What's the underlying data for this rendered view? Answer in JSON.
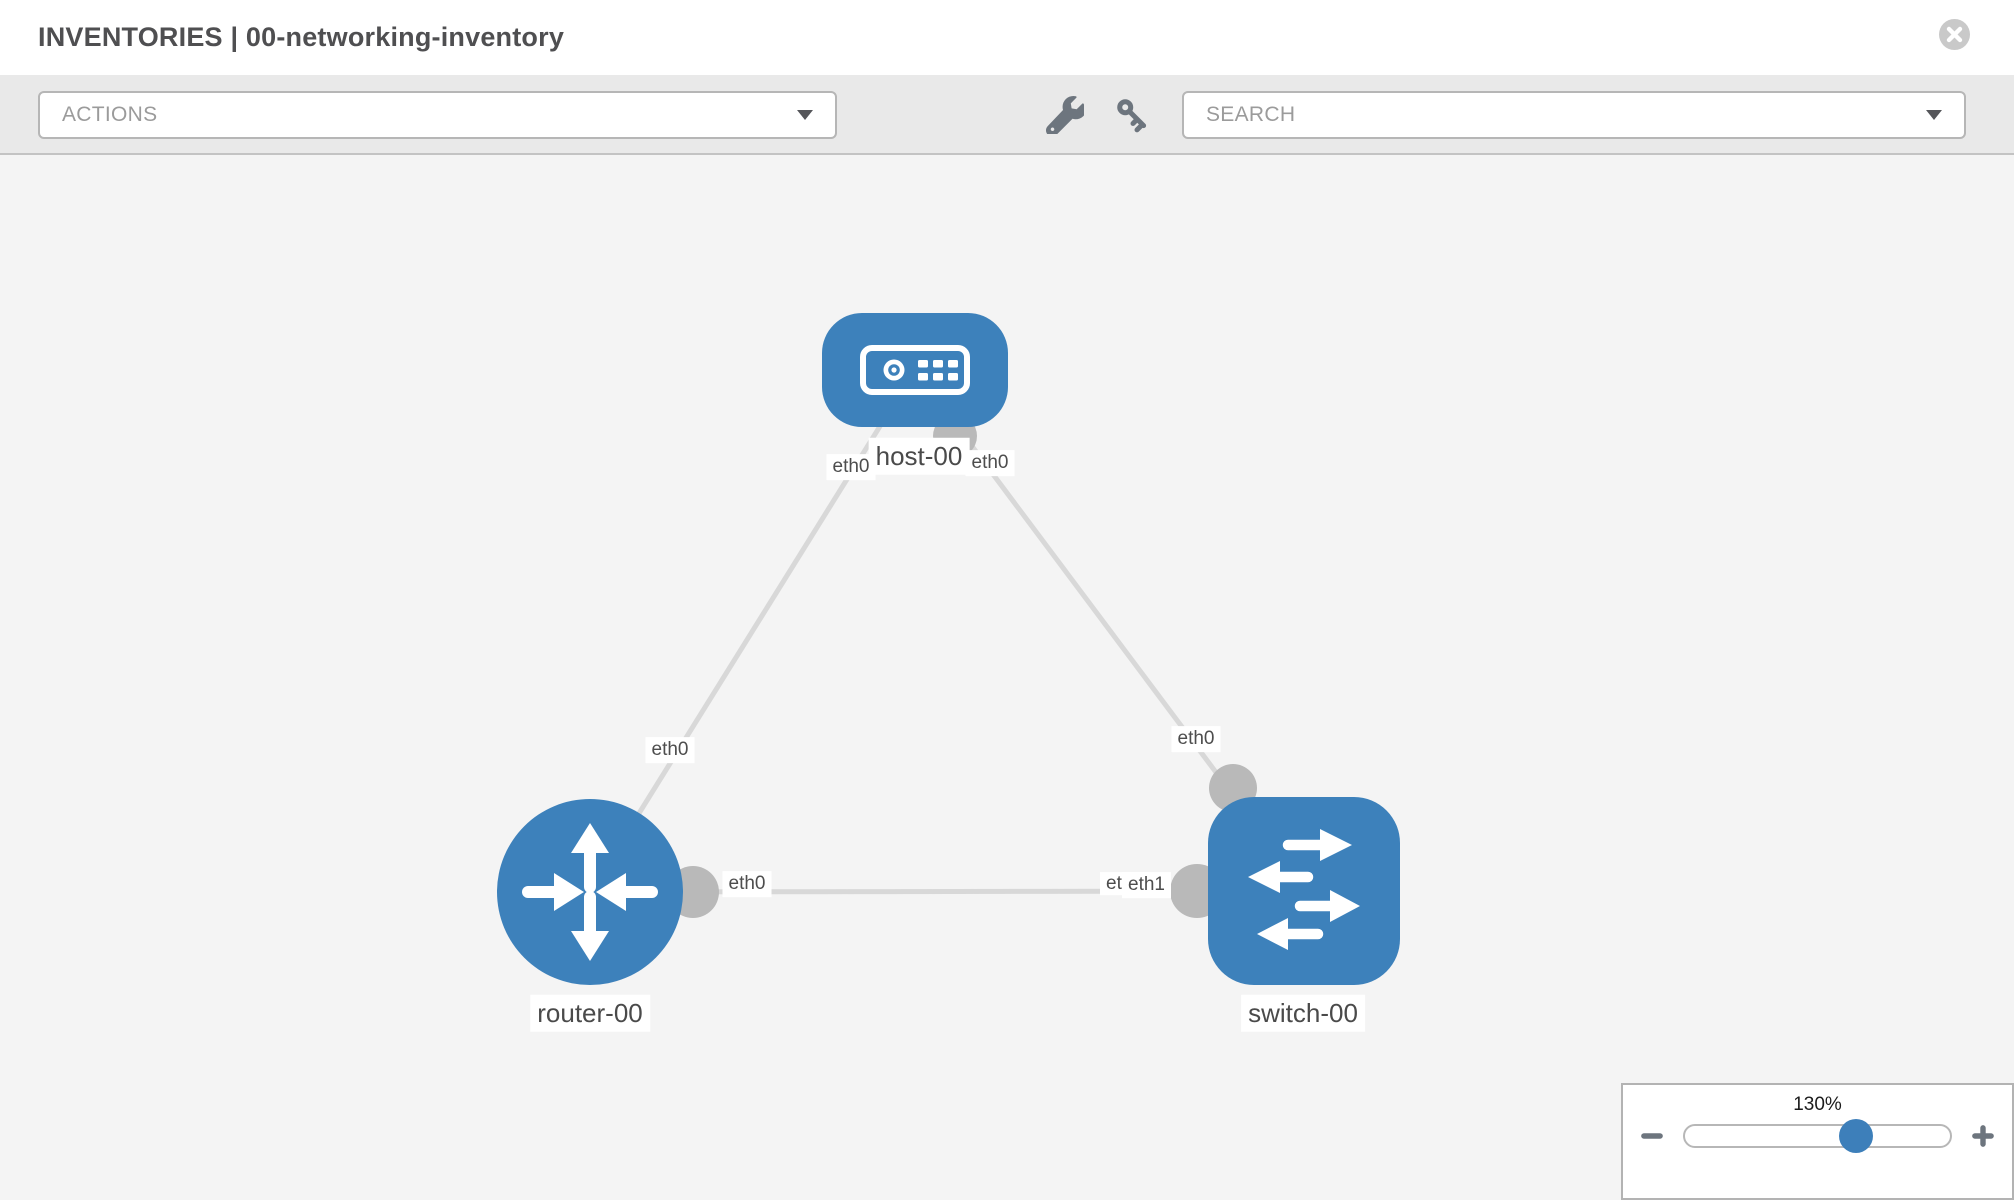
{
  "header": {
    "title": "INVENTORIES | 00-networking-inventory"
  },
  "toolbar": {
    "actions_label": "ACTIONS",
    "search_label": "SEARCH",
    "icons": [
      "wrench-icon",
      "key-icon"
    ]
  },
  "topology": {
    "nodes": [
      {
        "label": "host-00",
        "type": "host"
      },
      {
        "label": "router-00",
        "type": "router"
      },
      {
        "label": "switch-00",
        "type": "switch"
      }
    ],
    "links": [
      {
        "from": "host-00",
        "to": "router-00",
        "from_iface": "eth0",
        "to_iface": "eth0"
      },
      {
        "from": "host-00",
        "to": "switch-00",
        "from_iface": "eth0",
        "to_iface": "eth0"
      },
      {
        "from": "router-00",
        "to": "switch-00",
        "from_iface": "eth0",
        "to_iface": "eth1"
      }
    ],
    "iface_labels": [
      {
        "text": "eth0",
        "at": "host-side-left"
      },
      {
        "text": "eth0",
        "at": "host-side-right"
      },
      {
        "text": "eth0",
        "at": "host-router-link-mid"
      },
      {
        "text": "eth0",
        "at": "host-switch-link-mid"
      },
      {
        "text": "eth0",
        "at": "router-switch-link-near-router"
      },
      {
        "text": "eth0",
        "at": "router-switch-link-near-switch-under"
      },
      {
        "text": "eth1",
        "at": "router-switch-link-near-switch"
      }
    ],
    "colors": {
      "node_blue": "#3d81bb",
      "edge_gray": "#d8d8d8",
      "port_gray": "#b9b9b9"
    }
  },
  "zoom_control": {
    "level": "130%"
  }
}
